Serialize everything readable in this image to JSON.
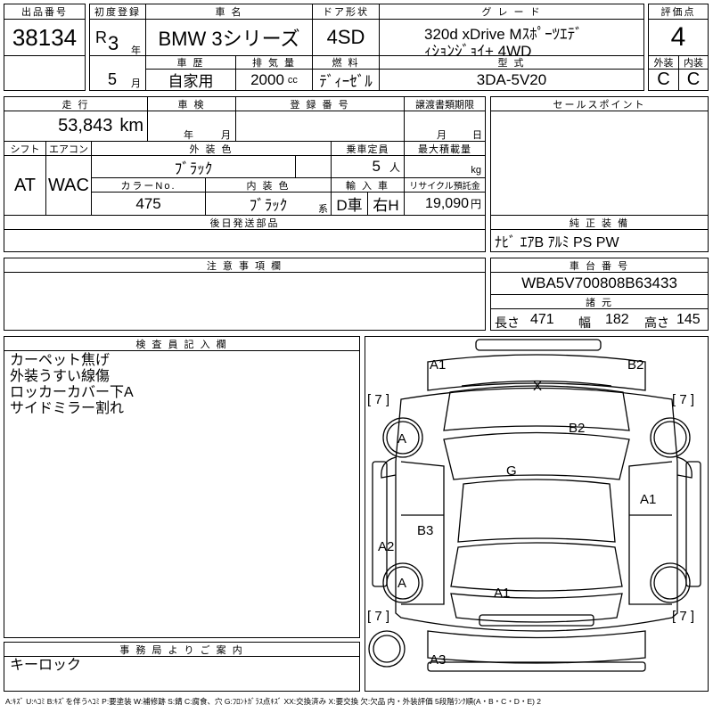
{
  "header": {
    "lot_no_label": "出品番号",
    "lot_no": "38134",
    "first_reg_label": "初度登録",
    "era": "R",
    "year": "3",
    "year_unit": "年",
    "month": "5",
    "month_unit": "月",
    "car_name_label": "車 名",
    "car_name": "BMW 3シリーズ",
    "door_label": "ドア形状",
    "door": "4SD",
    "grade_label": "グ レ ー ド",
    "grade_line1": "320d xDrive Mｽﾎﾟｰﾂｴﾃﾞ",
    "grade_line2": "ｨｼｮﾝｼﾞｮｲ+ 4WD",
    "score_label": "評価点",
    "score": "4",
    "history_label": "車 歴",
    "history": "自家用",
    "displacement_label": "排 気 量",
    "displacement": "2000",
    "displacement_unit": "cc",
    "fuel_label": "燃 料",
    "fuel": "ﾃﾞｨｰｾﾞﾙ",
    "model_code_label": "型 式",
    "model_code": "3DA-5V20",
    "exterior_grade_label": "外装",
    "exterior_grade": "C",
    "interior_grade_label": "内装",
    "interior_grade": "C"
  },
  "mid": {
    "mileage_label": "走 行",
    "mileage": "53,843",
    "mileage_unit": "km",
    "inspection_label": "車 検",
    "insp_year_unit": "年",
    "insp_month_unit": "月",
    "plate_label": "登 録 番 号",
    "docs_label": "譲渡書類期限",
    "docs_month_unit": "月",
    "docs_day_unit": "日",
    "selling_points_label": "セールスポイント",
    "shift_label": "シフト",
    "shift": "AT",
    "ac_label": "エアコン",
    "ac": "WAC",
    "ext_color_label": "外 装 色",
    "ext_color": "ﾌﾞﾗｯｸ",
    "capacity_label": "乗車定員",
    "capacity": "5",
    "capacity_unit": "人",
    "max_load_label": "最大積載量",
    "max_load_unit": "kg",
    "color_no_label": "カラーNo.",
    "color_no": "475",
    "int_color_label": "内 装 色",
    "int_color": "ﾌﾞﾗｯｸ",
    "int_color_unit": "系",
    "import_label": "輸 入 車",
    "import_dealer": "D車",
    "steering": "右H",
    "recycle_label": "リサイクル預託金",
    "recycle_fee": "19,090",
    "recycle_unit": "円",
    "later_parts_label": "後日発送部品",
    "equipment_label": "純 正 装 備",
    "equipment": "ﾅﾋﾞ ｴｱB ｱﾙﾐ PS PW",
    "caution_label": "注 意 事 項 欄",
    "chassis_label": "車 台 番 号",
    "chassis_no": "WBA5V700808B63433",
    "specs_label": "諸 元",
    "length_label": "長さ",
    "length": "471",
    "width_label": "幅",
    "width": "182",
    "height_label": "高さ",
    "height": "145"
  },
  "inspector": {
    "label": "検 査 員 記 入 欄",
    "notes": [
      "カーペット焦げ",
      "外装うすい線傷",
      "ロッカーカバー下A",
      "サイドミラー割れ"
    ]
  },
  "office": {
    "label": "事 務 局 よ り ご 案 内",
    "note": "キーロック"
  },
  "diagram": {
    "tire_marks": [
      "[ 7 ]",
      "[ 7 ]",
      "[ 7 ]",
      "[ 7 ]"
    ],
    "marks": {
      "a1_front": "A1",
      "b2_front": "B2",
      "x_glass": "X",
      "a_front_left": "A",
      "b2_hood": "B2",
      "g_windshield": "G",
      "a1_right": "A1",
      "b3_left": "B3",
      "a2_left": "A2",
      "a_rear_left": "A",
      "a1_rear": "A1",
      "a3_rear": "A3"
    }
  },
  "legend": "A:ｷｽﾞ U:ﾍｺﾐ B:ｷｽﾞを伴うﾍｺﾐ P:要塗装 W:補修跡 S:錆 C:腐食、穴 G:ﾌﾛﾝﾄｶﾞﾗｽ点ｷｽﾞ XX:交換済み X:要交換 欠:欠品 内・外装評価 5段階ﾗﾝｸ順(A・B・C・D・E) 2"
}
